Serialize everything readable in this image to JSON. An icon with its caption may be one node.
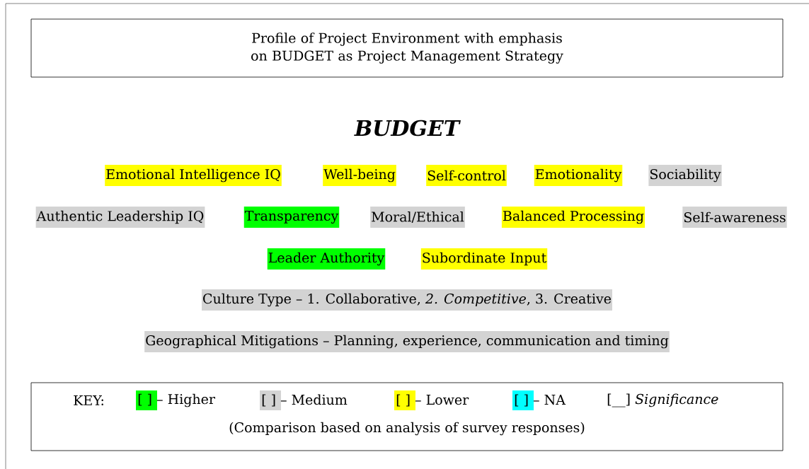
{
  "diagram": {
    "title": "BUDGET",
    "nodes": [
      {
        "text": [
          "Profile of Project Environment with emphasis on BUDGET as Project Management Strategy"
        ]
      },
      {
        "text": [
          "Emotional Intelligence IQ"
        ]
      },
      {
        "text": [
          "Well-being"
        ]
      },
      {
        "text": [
          "Self-control"
        ]
      },
      {
        "text": [
          "Emotionality"
        ]
      },
      {
        "text": [
          "Sociability"
        ]
      },
      {
        "text": [
          "Authentic Leadership IQ"
        ]
      },
      {
        "text": [
          "Transparency"
        ]
      },
      {
        "text": [
          "Moral/Ethical"
        ]
      },
      {
        "text": [
          "Balanced Processing"
        ]
      },
      {
        "text": [
          "Self-awareness"
        ]
      },
      {
        "text": [
          "Leader Authority"
        ]
      },
      {
        "text": [
          "Subordinate Input"
        ]
      },
      {
        "text": [
          "Culture Type – 1. Collaborative, *2. Competitive*, 3. Creative"
        ]
      },
      {
        "text": [
          "Geographical Mitigations – Planning, experience, communication and timing"
        ]
      },
      {
        "text": [
          "KEY:",
          "(Comparison based on analysis of survey responses)"
        ]
      }
    ],
    "legend": [
      {
        "text": "[ ] – Higher",
        "color": "#00ff00"
      },
      {
        "text": "[ ] – Medium",
        "color": "#d3d3d3"
      },
      {
        "text": "[ ] – Lower",
        "color": "#ffff00"
      },
      {
        "text": "[ ] – NA",
        "color": "#00ffff"
      },
      {
        "text": "[__] *Significance*"
      }
    ]
  }
}
